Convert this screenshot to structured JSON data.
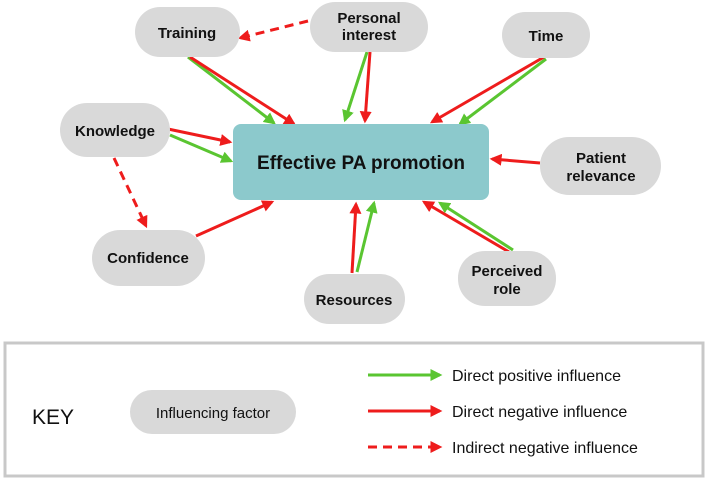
{
  "colors": {
    "positive": "#5ac531",
    "negative": "#ee1c1c",
    "factor_fill": "#d9d9d9",
    "center_fill": "#8cc9cc",
    "key_border": "#c8c8c8"
  },
  "central_node": {
    "label": "Effective PA promotion"
  },
  "factors": {
    "training": {
      "label": "Training"
    },
    "personal_interest": {
      "line1": "Personal",
      "line2": "interest"
    },
    "time": {
      "label": "Time"
    },
    "knowledge": {
      "label": "Knowledge"
    },
    "patient_relevance": {
      "line1": "Patient",
      "line2": "relevance"
    },
    "confidence": {
      "label": "Confidence"
    },
    "resources": {
      "label": "Resources"
    },
    "perceived_role": {
      "line1": "Perceived",
      "line2": "role"
    }
  },
  "key": {
    "title": "KEY",
    "factor_label": "Influencing factor",
    "positive_label": "Direct positive influence",
    "negative_label": "Direct negative influence",
    "indirect_label": "Indirect negative influence"
  }
}
